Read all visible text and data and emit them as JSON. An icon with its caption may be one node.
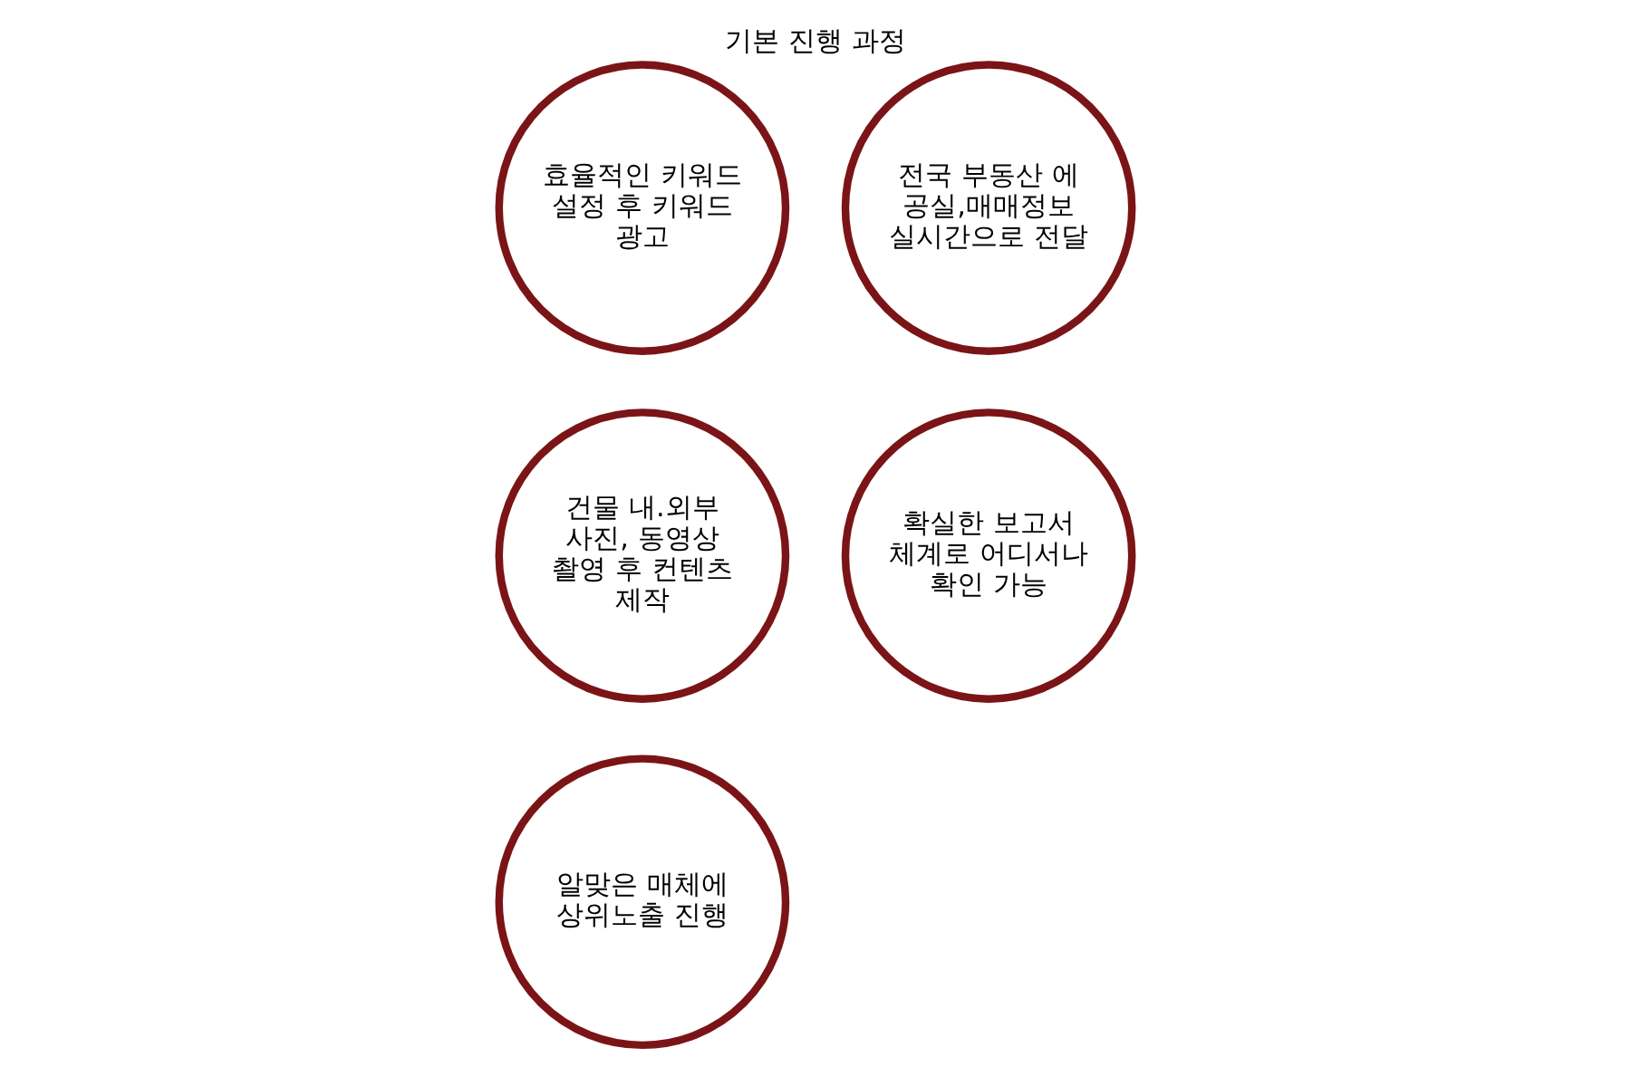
{
  "diagram": {
    "title": "기본 진행 과정",
    "nodes": [
      {
        "text": [
          "효율적인 키워드 설정 후 키워드 광고"
        ]
      },
      {
        "text": [
          "건물 내.외부 사진, 동영상 촬영 후 컨텐츠 제작"
        ]
      },
      {
        "text": [
          "알맞은 매체에 상위노출 진행"
        ]
      },
      {
        "text": [
          "전국 부동산 에 공실,매매정보 실시간으로 전달"
        ]
      },
      {
        "text": [
          "확실한 보고서 체계로 어디서나 확인 가능"
        ]
      }
    ],
    "edges": []
  }
}
